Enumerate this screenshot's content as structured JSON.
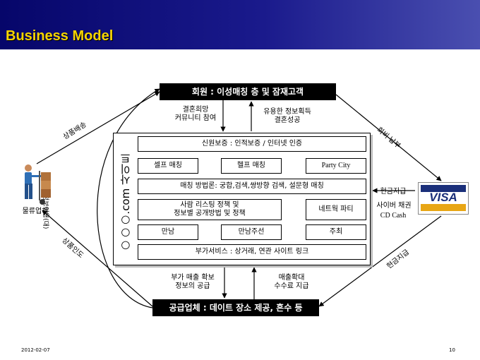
{
  "header": {
    "title": "Business Model"
  },
  "top_node": "회원 : 이성매칭 층 및 잠재고객",
  "bottom_node": "공급업체 : 데이트 장소 제공, 흔수 등",
  "site": {
    "vertical_label": "○○○.com 사이트",
    "trust": "신원보증 : 인적보증 / 인터넷 인증",
    "self_match": "셀프 매칭",
    "help_match": "헬프 매칭",
    "party": "Party  City",
    "methods": "매칭 방법론: 궁합,검색,쌍방향 검색, 설문형 매칭",
    "listing_line1": "사람 리스팅 정책 및",
    "listing_line2": "정보별 공개방법 및 정책",
    "network_party": "네트웍 파티",
    "meeting": "만남",
    "meeting_arrange": "만남주선",
    "host": "주최",
    "value_added": "부가서비스 : 상거래, 연관 사이트 링크"
  },
  "labels": {
    "marriage_hope_1": "결혼희망",
    "marriage_hope_2": "커뮤니티 참여",
    "useful_info_1": "유용한 정보획득",
    "useful_info_2": "결혼성공",
    "extra_sales_1": "부가 매출 확보",
    "extra_sales_2": "정보의 공급",
    "sales_expand_1": "매출확대",
    "sales_expand_2": "수수료 지급",
    "cash_pay": "현금지급",
    "cyber_bond": "사이버 채권",
    "cd_cash": "CD Cash",
    "fee_pay": "회비 납부",
    "cash_pay_diag": "현금지급",
    "goods_order": "상품배송",
    "goods_delivery": "상품인도",
    "delivery_info": "정보이용(대)",
    "logistics": "물류업체"
  },
  "footer": {
    "date": "2012-02-07",
    "page": "10"
  }
}
